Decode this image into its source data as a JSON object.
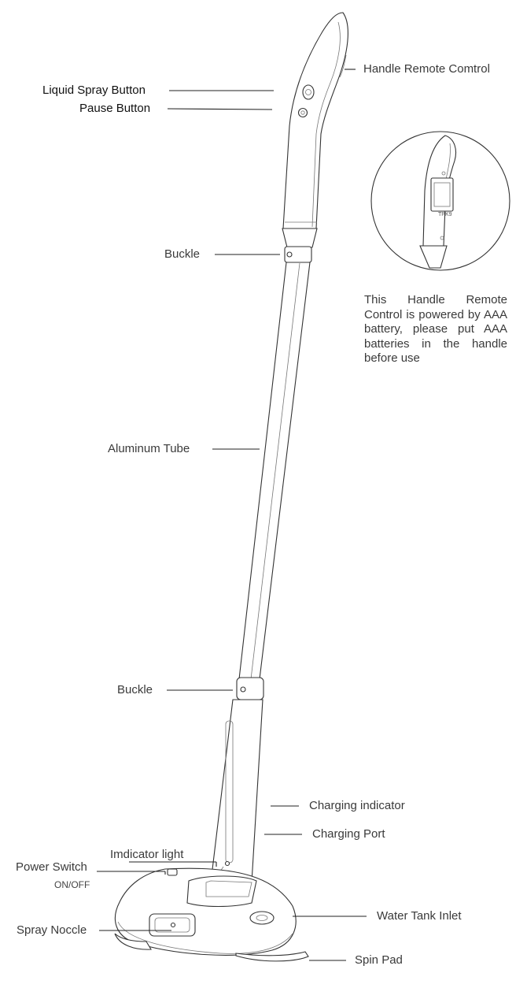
{
  "colors": {
    "line": "#222222",
    "text": "#3a3a3a",
    "background": "#ffffff"
  },
  "labels": {
    "handle_remote_control": "Handle Remote Comtrol",
    "liquid_spray_button": "Liquid Spray Button",
    "pause_button": "Pause Button",
    "buckle_top": "Buckle",
    "aluminum_tube": "Aluminum Tube",
    "buckle_bottom": "Buckle",
    "charging_indicator": "Charging indicator",
    "charging_port": "Charging Port",
    "indicator_light": "Imdicator light",
    "power_switch": "Power Switch",
    "power_switch_sub": "ON/OFF",
    "water_tank_inlet": "Water Tank Inlet",
    "spray_nozzle": "Spray Noccle",
    "spin_pad": "Spin Pad"
  },
  "inset": {
    "note": "This Handle Remote Control is powered by AAA battery, please put AAA batteries in the handle before use",
    "battery_text": "TPK9"
  }
}
